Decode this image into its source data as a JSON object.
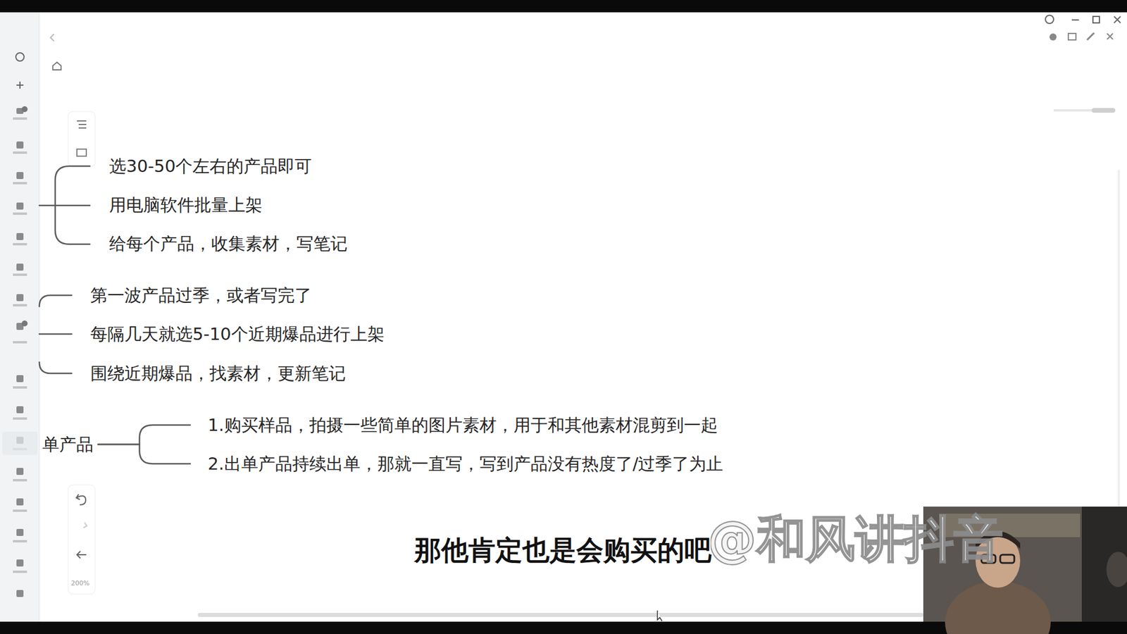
{
  "diagram": {
    "nodes": [
      {
        "text": [
          "选30-50个左右的产品即可"
        ]
      },
      {
        "text": [
          "用电脑软件批量上架"
        ]
      },
      {
        "text": [
          "给每个产品，收集素材，写笔记"
        ]
      },
      {
        "text": [
          "第一波产品过季，或者写完了"
        ]
      },
      {
        "text": [
          "每隔几天就选5-10个近期爆品进行上架"
        ]
      },
      {
        "text": [
          "围绕近期爆品，找素材，更新笔记"
        ]
      },
      {
        "text": [
          "单产品"
        ]
      },
      {
        "text": [
          "1.购买样品，拍摄一些简单的图片素材，用于和其他素材混剪到一起"
        ]
      },
      {
        "text": [
          "2.出单产品持续出单，那就一直写，写到产品没有热度了/过季了为止"
        ]
      }
    ],
    "edges": [
      {
        "from": 6,
        "to": 7,
        "arrow": "none"
      },
      {
        "from": 6,
        "to": 8,
        "arrow": "none"
      }
    ],
    "labels": [
      "200%",
      "@和风讲抖音",
      "那他肯定也是会购买的吧"
    ]
  }
}
